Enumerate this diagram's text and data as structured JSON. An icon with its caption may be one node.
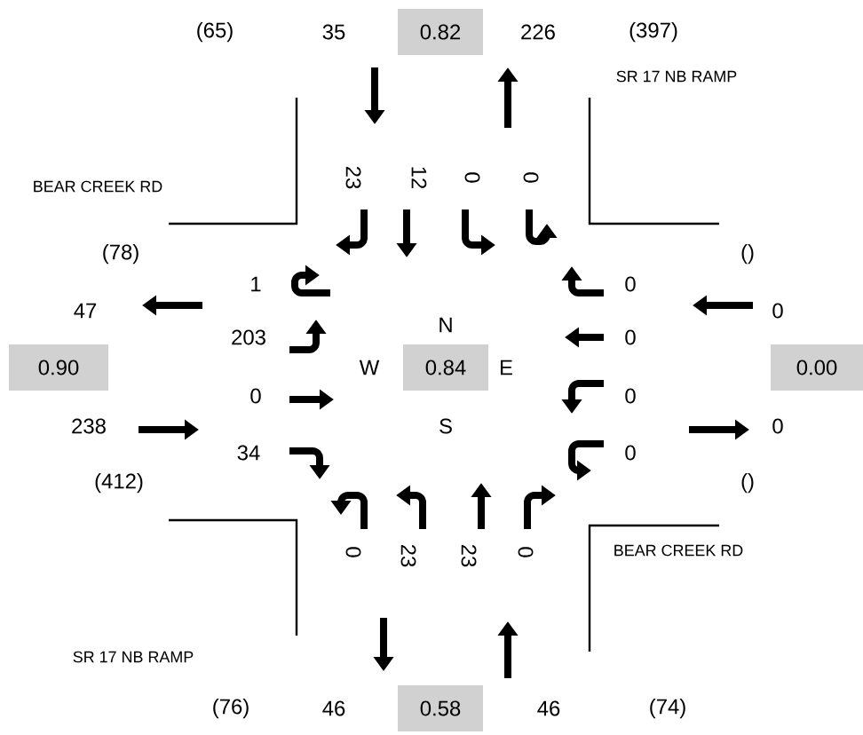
{
  "diagram": {
    "nodes": [
      {
        "text": [
          "0.82"
        ]
      },
      {
        "text": [
          "0.90"
        ]
      },
      {
        "text": [
          "0.84"
        ]
      },
      {
        "text": [
          "0.00"
        ]
      },
      {
        "text": [
          "0.58"
        ]
      }
    ],
    "labels": [
      "(65)",
      "35",
      "226",
      "(397)",
      "SR 17 NB RAMP",
      "23",
      "12",
      "0",
      "0",
      "BEAR CREEK RD",
      "(78)",
      "()",
      "1",
      "0",
      "47",
      "0",
      "203",
      "N",
      "0",
      "W",
      "E",
      "238",
      "0",
      "S",
      "0",
      "0",
      "34",
      "0",
      "(412)",
      "()",
      "0",
      "23",
      "23",
      "0",
      "BEAR CREEK RD",
      "SR 17 NB RAMP",
      "(76)",
      "46",
      "46",
      "(74)"
    ]
  }
}
